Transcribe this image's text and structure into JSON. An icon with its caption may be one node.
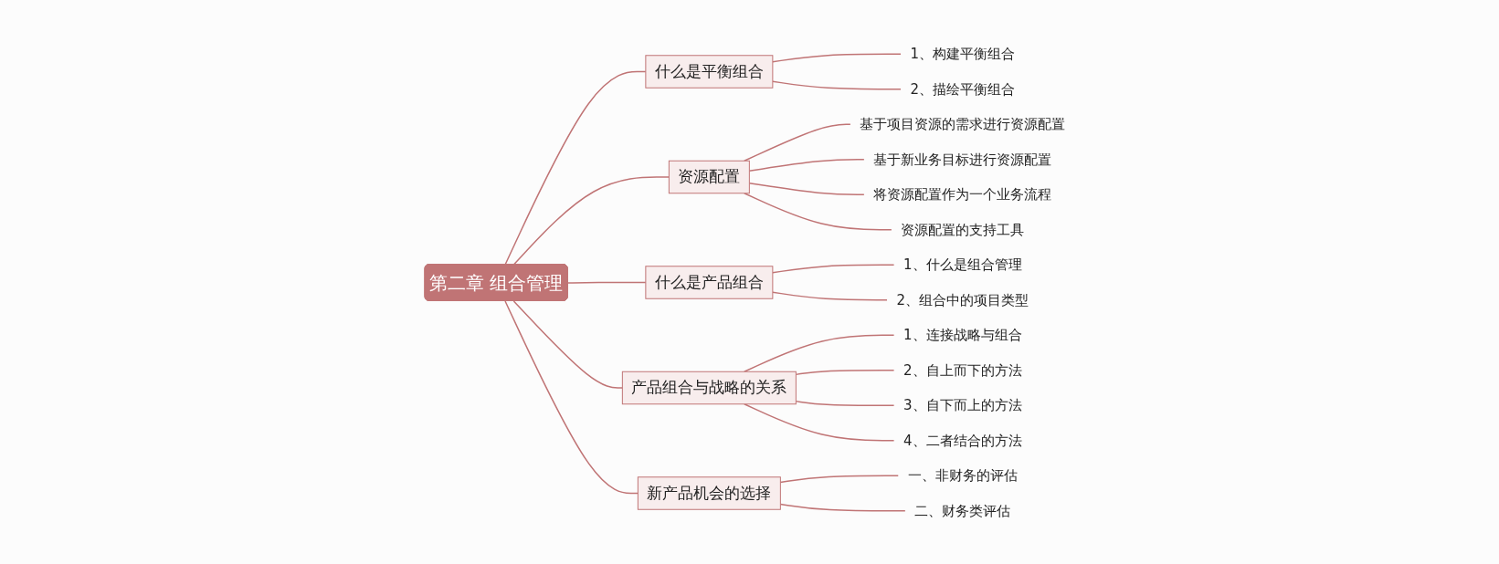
{
  "diagram": {
    "nodes": [
      {
        "text": [
          "第二章 组合管理"
        ]
      },
      {
        "text": [
          "什么是平衡组合"
        ]
      },
      {
        "text": [
          "1、构建平衡组合"
        ]
      },
      {
        "text": [
          "2、描绘平衡组合"
        ]
      },
      {
        "text": [
          "资源配置"
        ]
      },
      {
        "text": [
          "基于项目资源的需求进行资源配置"
        ]
      },
      {
        "text": [
          "基于新业务目标进行资源配置"
        ]
      },
      {
        "text": [
          "将资源配置作为一个业务流程"
        ]
      },
      {
        "text": [
          "资源配置的支持工具"
        ]
      },
      {
        "text": [
          "什么是产品组合"
        ]
      },
      {
        "text": [
          "1、什么是组合管理"
        ]
      },
      {
        "text": [
          "2、组合中的项目类型"
        ]
      },
      {
        "text": [
          "产品组合与战略的关系"
        ]
      },
      {
        "text": [
          "1、连接战略与组合"
        ]
      },
      {
        "text": [
          "2、自上而下的方法"
        ]
      },
      {
        "text": [
          "3、自下而上的方法"
        ]
      },
      {
        "text": [
          "4、二者结合的方法"
        ]
      },
      {
        "text": [
          "新产品机会的选择"
        ]
      },
      {
        "text": [
          "一、非财务的评估"
        ]
      },
      {
        "text": [
          "二、财务类评估"
        ]
      }
    ],
    "edges": [
      {
        "from": 0,
        "to": 1,
        "arrow": "none"
      },
      {
        "from": 1,
        "to": 2,
        "arrow": "none"
      },
      {
        "from": 1,
        "to": 3,
        "arrow": "none"
      },
      {
        "from": 0,
        "to": 4,
        "arrow": "none"
      },
      {
        "from": 4,
        "to": 5,
        "arrow": "none"
      },
      {
        "from": 4,
        "to": 6,
        "arrow": "none"
      },
      {
        "from": 4,
        "to": 7,
        "arrow": "none"
      },
      {
        "from": 4,
        "to": 8,
        "arrow": "none"
      },
      {
        "from": 0,
        "to": 9,
        "arrow": "none"
      },
      {
        "from": 9,
        "to": 10,
        "arrow": "none"
      },
      {
        "from": 9,
        "to": 11,
        "arrow": "none"
      },
      {
        "from": 0,
        "to": 12,
        "arrow": "none"
      },
      {
        "from": 12,
        "to": 13,
        "arrow": "none"
      },
      {
        "from": 12,
        "to": 14,
        "arrow": "none"
      },
      {
        "from": 12,
        "to": 15,
        "arrow": "none"
      },
      {
        "from": 12,
        "to": 16,
        "arrow": "none"
      },
      {
        "from": 0,
        "to": 17,
        "arrow": "none"
      },
      {
        "from": 17,
        "to": 18,
        "arrow": "none"
      },
      {
        "from": 17,
        "to": 19,
        "arrow": "none"
      }
    ]
  }
}
